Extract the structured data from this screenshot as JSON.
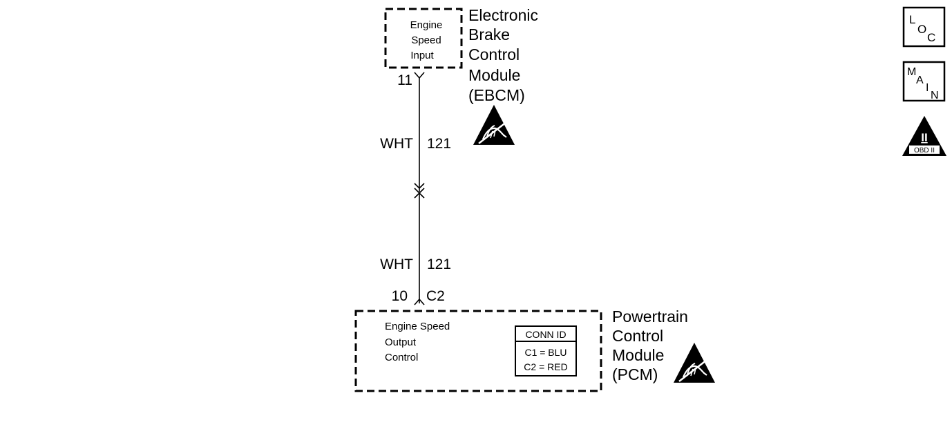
{
  "ebcm": {
    "function_lines": [
      "Engine",
      "Speed",
      "Input"
    ],
    "name_lines": [
      "Electronic",
      "Brake",
      "Control",
      "Module",
      "(EBCM)"
    ],
    "pin": "11"
  },
  "wire_upper": {
    "color": "WHT",
    "circuit": "121"
  },
  "wire_lower": {
    "color": "WHT",
    "circuit": "121"
  },
  "pcm": {
    "pin": "10",
    "connector": "C2",
    "function_lines": [
      "Engine Speed",
      "Output",
      "Control"
    ],
    "name_lines": [
      "Powertrain",
      "Control",
      "Module",
      "(PCM)"
    ],
    "conn_id": {
      "title": "CONN ID",
      "lines": [
        "C1 = BLU",
        "C2 = RED"
      ]
    }
  },
  "nav": {
    "loc": {
      "letters": [
        "L",
        "O",
        "C"
      ]
    },
    "main": {
      "letters": [
        "M",
        "A",
        "I",
        "N"
      ]
    },
    "obd": {
      "numeral": "II",
      "label": "OBD II"
    }
  },
  "icons": {
    "esd": "esd-sensitive-icon",
    "loc": "location-icon",
    "main": "main-menu-icon",
    "obd": "obd-ii-icon"
  }
}
